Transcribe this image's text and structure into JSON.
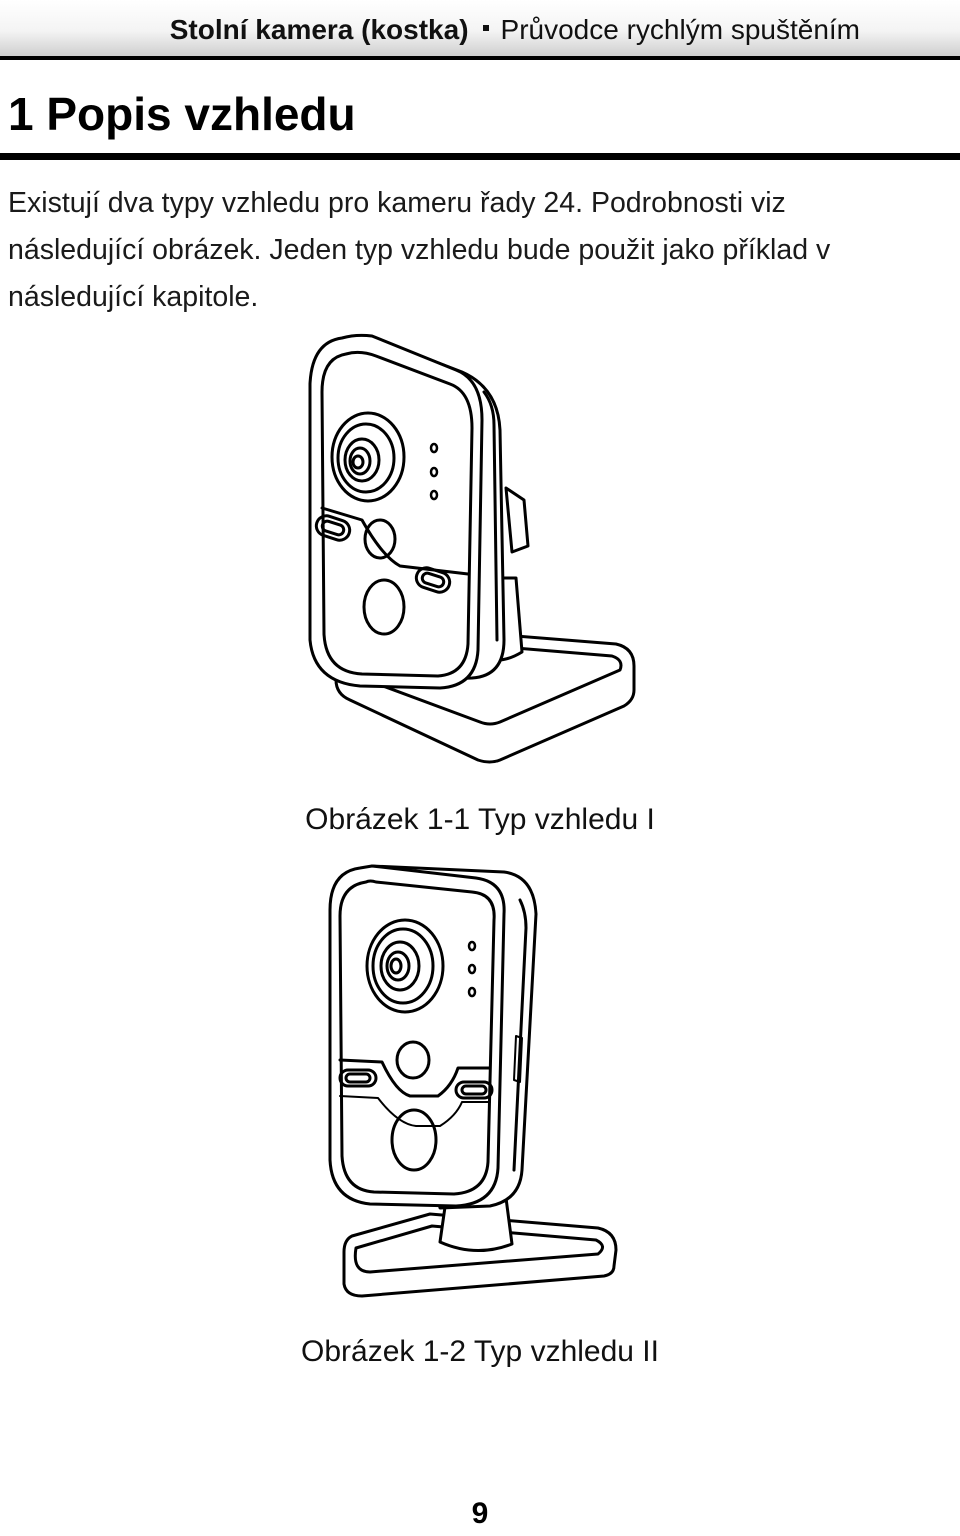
{
  "header": {
    "product": "Stolní kamera (kostka)",
    "document": "Průvodce rychlým spuštěním"
  },
  "chapter": {
    "title": "1 Popis vzhledu"
  },
  "intro": "Existují dva typy vzhledu pro kameru řady 24. Podrobnosti viz následující obrázek. Jeden typ vzhledu bude použit jako příklad v následující kapitole.",
  "figures": [
    {
      "caption": "Obrázek 1-1 Typ vzhledu I",
      "icon": "cube-camera-type-1-illustration"
    },
    {
      "caption": "Obrázek 1-2 Typ vzhledu II",
      "icon": "cube-camera-type-2-illustration"
    }
  ],
  "footer": {
    "page_number": "9"
  }
}
